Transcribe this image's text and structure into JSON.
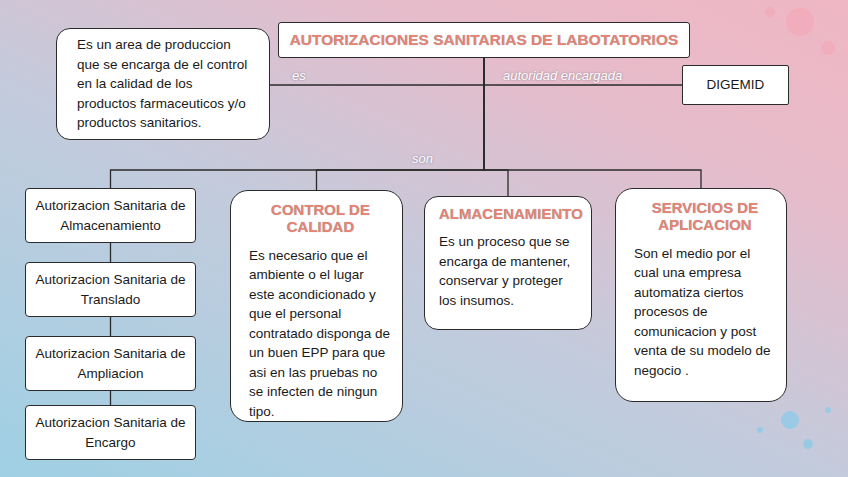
{
  "diagram": {
    "nodes": [
      {
        "text": [
          "AUTORIZACIONES SANITARIAS DE LABOTATORIOS"
        ]
      },
      {
        "text": [
          "Es un area de produccion que se encarga de el control en la calidad de los productos farmaceuticos y/o productos sanitarios."
        ]
      },
      {
        "text": [
          "DIGEMID"
        ]
      },
      {
        "text": [
          "Autorizacion Sanitaria de Almacenamiento"
        ]
      },
      {
        "text": [
          "Autorizacion Sanitaria de Translado"
        ]
      },
      {
        "text": [
          "Autorizacion Sanitaria de Ampliacion"
        ]
      },
      {
        "text": [
          "Autorizacion Sanitaria de Encargo"
        ]
      },
      {
        "text": [
          "CONTROL DE CALIDAD",
          "Es necesario que el ambiente o el lugar este acondicionado y que el personal contratado disponga de un buen EPP para que asi en las pruebas no se infecten de ningun tipo."
        ]
      },
      {
        "text": [
          "ALMACENAMIENTO",
          "Es un proceso que se encarga de mantener, conservar y proteger los insumos."
        ]
      },
      {
        "text": [
          "SERVICIOS DE APLICACION",
          "Son el medio por el cual una empresa automatiza ciertos procesos de comunicacion y post venta de su modelo de negocio ."
        ]
      }
    ],
    "edges": [
      {
        "from": 0,
        "to": 1,
        "label": "es",
        "arrow": "none"
      },
      {
        "from": 0,
        "to": 2,
        "label": "autoridad encargada",
        "arrow": "none"
      },
      {
        "from": 0,
        "to": 3,
        "arrow": "none"
      },
      {
        "from": 0,
        "to": 7,
        "arrow": "none"
      },
      {
        "from": 0,
        "to": 8,
        "label": "son",
        "arrow": "none"
      },
      {
        "from": 0,
        "to": 9,
        "arrow": "none"
      },
      {
        "from": 3,
        "to": 4,
        "arrow": "none"
      },
      {
        "from": 4,
        "to": 5,
        "arrow": "none"
      },
      {
        "from": 5,
        "to": 6,
        "arrow": "none"
      }
    ]
  }
}
